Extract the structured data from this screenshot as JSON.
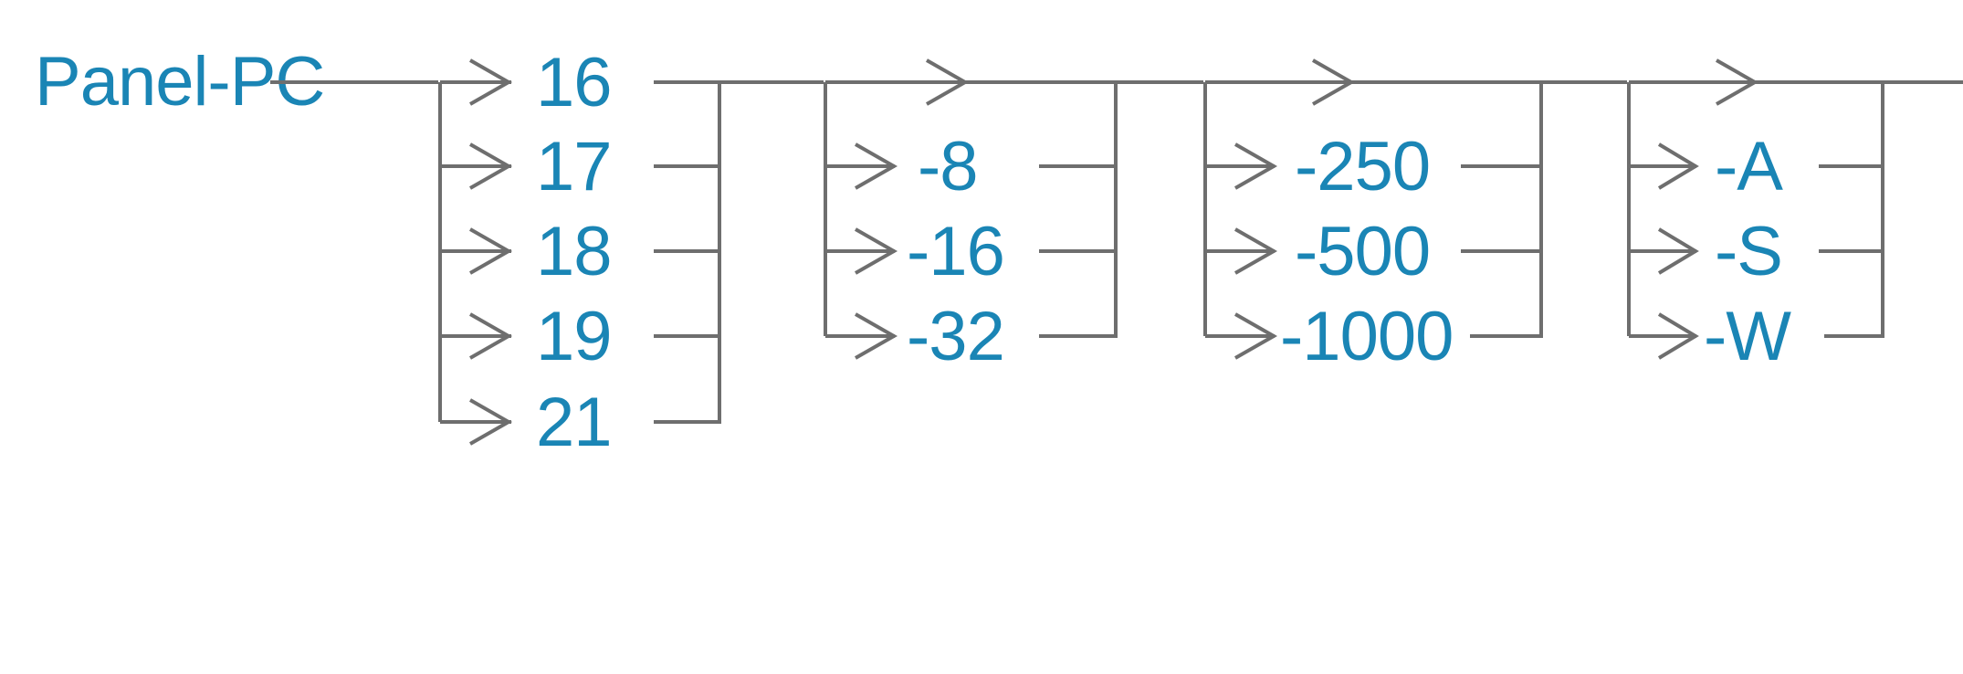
{
  "diagram": {
    "kind": "railroad-syntax-diagram",
    "entry_label": "Panel-PC",
    "colors": {
      "token": "#1a85b5",
      "line": "#6e6e6e",
      "background": "#ffffff"
    },
    "groups": [
      {
        "name": "group-1",
        "has_bypass": false,
        "options": [
          {
            "label": "16"
          },
          {
            "label": "17"
          },
          {
            "label": "18"
          },
          {
            "label": "19"
          },
          {
            "label": "21"
          }
        ]
      },
      {
        "name": "group-2",
        "has_bypass": true,
        "options": [
          {
            "label": "-8"
          },
          {
            "label": "-16"
          },
          {
            "label": "-32"
          }
        ]
      },
      {
        "name": "group-3",
        "has_bypass": true,
        "options": [
          {
            "label": "-250"
          },
          {
            "label": "-500"
          },
          {
            "label": "-1000"
          }
        ]
      },
      {
        "name": "group-4",
        "has_bypass": true,
        "options": [
          {
            "label": "-A"
          },
          {
            "label": "-S"
          },
          {
            "label": "-W"
          }
        ]
      }
    ]
  }
}
